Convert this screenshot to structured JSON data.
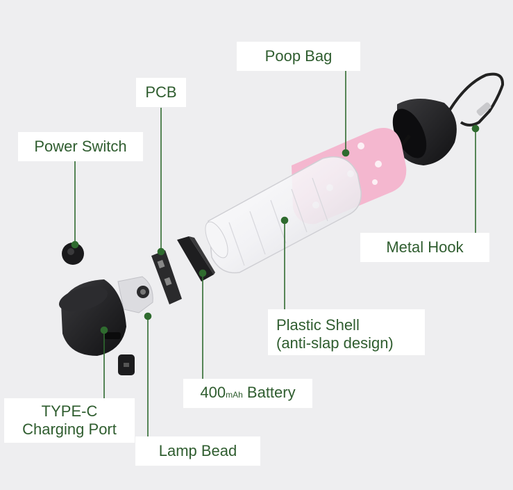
{
  "labels": {
    "poop_bag": "Poop Bag",
    "pcb": "PCB",
    "power_switch": "Power Switch",
    "metal_hook": "Metal Hook",
    "plastic_shell_line1": "Plastic Shell",
    "plastic_shell_line2": "(anti-slap design)",
    "battery_value": "400",
    "battery_unit": "mAh",
    "battery_word": " Battery",
    "type_c_line1": "TYPE-C",
    "type_c_line2": "Charging Port",
    "lamp_bead": "Lamp Bead"
  },
  "colors": {
    "background": "#eeeef0",
    "label_text": "#2f5d2f",
    "leader_line": "#2f6b2f",
    "cap_black": "#1c1c1e",
    "pink_bag": "#f4b7cf",
    "clear_shell": "#ffffff"
  }
}
